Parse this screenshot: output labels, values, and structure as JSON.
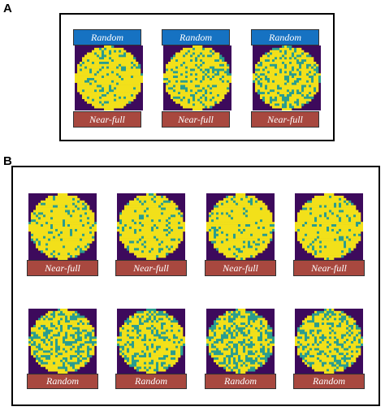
{
  "panel_a": {
    "letter": "A",
    "top_labels": [
      "Random",
      "Random",
      "Random"
    ],
    "bottom_labels": [
      "Near-full",
      "Near-full",
      "Near-full"
    ],
    "density": [
      0.18,
      0.22,
      0.3
    ]
  },
  "panel_b": {
    "letter": "B",
    "top_row_labels": [
      "Near-full",
      "Near-full",
      "Near-full",
      "Near-full"
    ],
    "bottom_row_labels": [
      "Random",
      "Random",
      "Random",
      "Random"
    ],
    "top_density": [
      0.16,
      0.14,
      0.12,
      0.13
    ],
    "bottom_density": [
      0.38,
      0.3,
      0.4,
      0.34
    ]
  },
  "colors": {
    "background": "#3d0a5c",
    "yellow": "#f2e01a",
    "teal": "#2a9d8f",
    "label_blue": "#1672c2",
    "label_red": "#a8483f"
  }
}
